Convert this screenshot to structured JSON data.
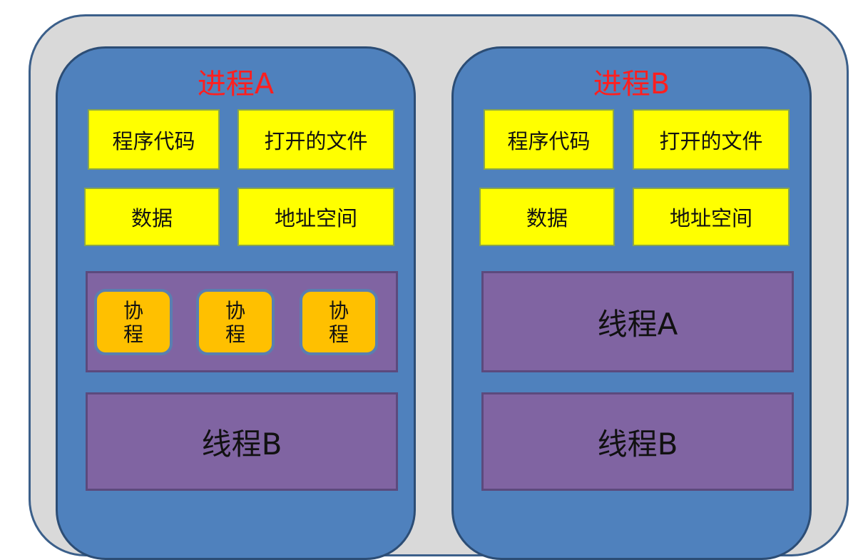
{
  "process_a": {
    "title": "进程A",
    "resources": {
      "code": "程序代码",
      "files": "打开的文件",
      "data": "数据",
      "address_space": "地址空间"
    },
    "coroutines": [
      {
        "top": "协",
        "bottom": "程"
      },
      {
        "top": "协",
        "bottom": "程"
      },
      {
        "top": "协",
        "bottom": "程"
      }
    ],
    "thread_b": "线程B"
  },
  "process_b": {
    "title": "进程B",
    "resources": {
      "code": "程序代码",
      "files": "打开的文件",
      "data": "数据",
      "address_space": "地址空间"
    },
    "thread_a": "线程A",
    "thread_b": "线程B"
  },
  "colors": {
    "background": "#d9d9d9",
    "process": "#4f81bd",
    "resource": "#ffff00",
    "thread": "#8064a2",
    "coroutine": "#ffc000",
    "title": "#ff1f1f"
  }
}
